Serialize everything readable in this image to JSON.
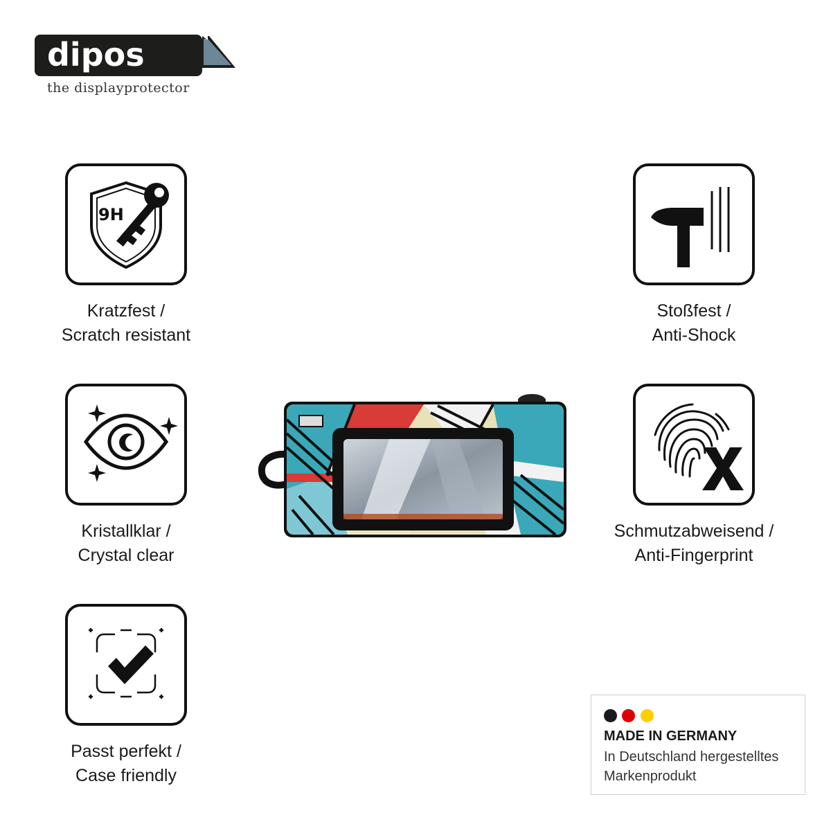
{
  "brand": {
    "name": "dipos",
    "tagline": "the displayprotector"
  },
  "features": [
    {
      "icon": "shield-key-9h-icon",
      "badge": "9H",
      "line1": "Kratzfest /",
      "line2": "Scratch resistant"
    },
    {
      "icon": "hammer-icon",
      "line1": "Stoßfest /",
      "line2": "Anti-Shock"
    },
    {
      "icon": "eye-sparkle-icon",
      "line1": "Kristallklar /",
      "line2": "Crystal clear"
    },
    {
      "icon": "fingerprint-x-icon",
      "line1": "Schmutzabweisend /",
      "line2": "Anti-Fingerprint"
    },
    {
      "icon": "frame-check-icon",
      "line1": "Passt perfekt /",
      "line2": "Case friendly"
    }
  ],
  "made_in_germany": {
    "title": "MADE IN GERMANY",
    "line1": "In Deutschland hergestelltes",
    "line2": "Markenprodukt",
    "flag_colors": [
      "#1a1a1a",
      "#dd0000",
      "#ffce00"
    ]
  },
  "colors": {
    "ink": "#111111",
    "logo_bg": "#1d1d1b",
    "logo_fold": "#6c8796"
  }
}
